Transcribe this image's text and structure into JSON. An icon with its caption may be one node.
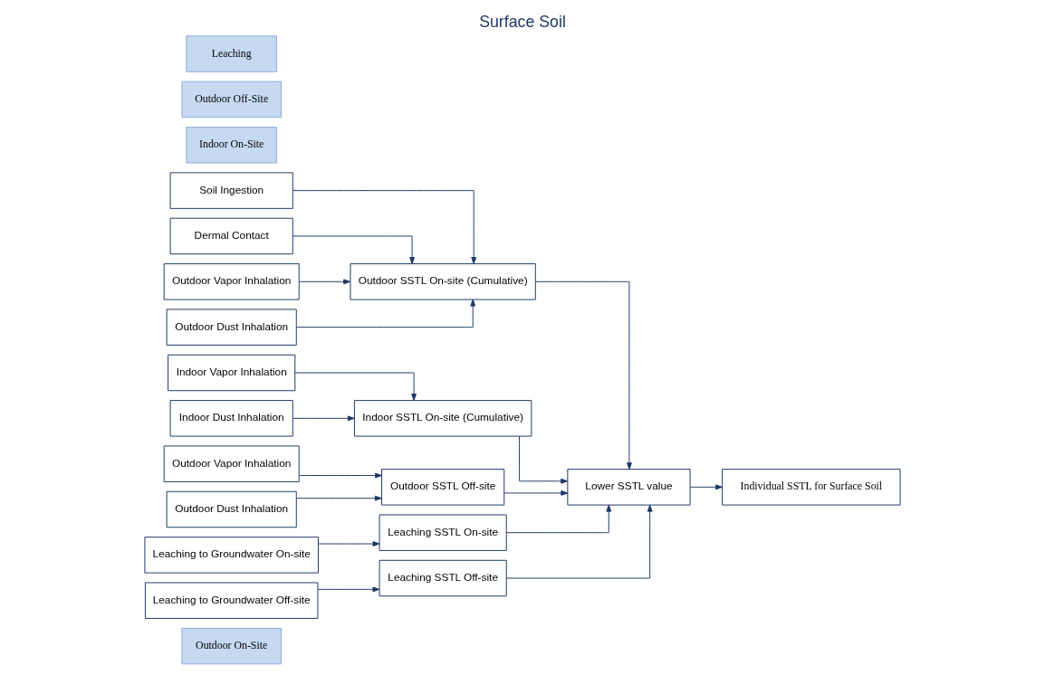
{
  "diagram": {
    "title": "Surface Soil",
    "nodes": [
      {
        "text": [
          "Outdoor On-Site"
        ]
      },
      {
        "text": [
          "Soil Ingestion"
        ]
      },
      {
        "text": [
          "Dermal Contact"
        ]
      },
      {
        "text": [
          "Outdoor Vapor Inhalation"
        ]
      },
      {
        "text": [
          "Outdoor Dust Inhalation"
        ]
      },
      {
        "text": [
          "Outdoor SSTL On-site (Cumulative)"
        ]
      },
      {
        "text": [
          "Indoor On-Site"
        ]
      },
      {
        "text": [
          "Indoor Vapor Inhalation"
        ]
      },
      {
        "text": [
          "Indoor Dust Inhalation"
        ]
      },
      {
        "text": [
          "Indoor SSTL On-site (Cumulative)"
        ]
      },
      {
        "text": [
          "Outdoor Off-Site"
        ]
      },
      {
        "text": [
          "Outdoor Vapor Inhalation"
        ]
      },
      {
        "text": [
          "Outdoor Dust Inhalation"
        ]
      },
      {
        "text": [
          "Outdoor SSTL Off-site"
        ]
      },
      {
        "text": [
          "Leaching"
        ]
      },
      {
        "text": [
          "Leaching to Groundwater On-site"
        ]
      },
      {
        "text": [
          "Leaching SSTL On-site"
        ]
      },
      {
        "text": [
          "Leaching to Groundwater Off-site"
        ]
      },
      {
        "text": [
          "Leaching SSTL Off-site"
        ]
      },
      {
        "text": [
          "Lower SSTL value"
        ]
      },
      {
        "text": [
          "Individual SSTL for Surface Soil"
        ]
      }
    ],
    "edges": [
      {
        "from": 1,
        "to": 5,
        "arrow": "to"
      },
      {
        "from": 2,
        "to": 5,
        "arrow": "to"
      },
      {
        "from": 3,
        "to": 5,
        "arrow": "to"
      },
      {
        "from": 4,
        "to": 5,
        "arrow": "to"
      },
      {
        "from": 7,
        "to": 9,
        "arrow": "to"
      },
      {
        "from": 8,
        "to": 9,
        "arrow": "to"
      },
      {
        "from": 11,
        "to": 13,
        "arrow": "to"
      },
      {
        "from": 12,
        "to": 13,
        "arrow": "to"
      },
      {
        "from": 15,
        "to": 16,
        "arrow": "to"
      },
      {
        "from": 17,
        "to": 18,
        "arrow": "to"
      },
      {
        "from": 5,
        "to": 19,
        "arrow": "to"
      },
      {
        "from": 9,
        "to": 19,
        "arrow": "to"
      },
      {
        "from": 13,
        "to": 19,
        "arrow": "to"
      },
      {
        "from": 16,
        "to": 19,
        "arrow": "to"
      },
      {
        "from": 18,
        "to": 19,
        "arrow": "to"
      },
      {
        "from": 19,
        "to": 20,
        "arrow": "to"
      }
    ]
  }
}
